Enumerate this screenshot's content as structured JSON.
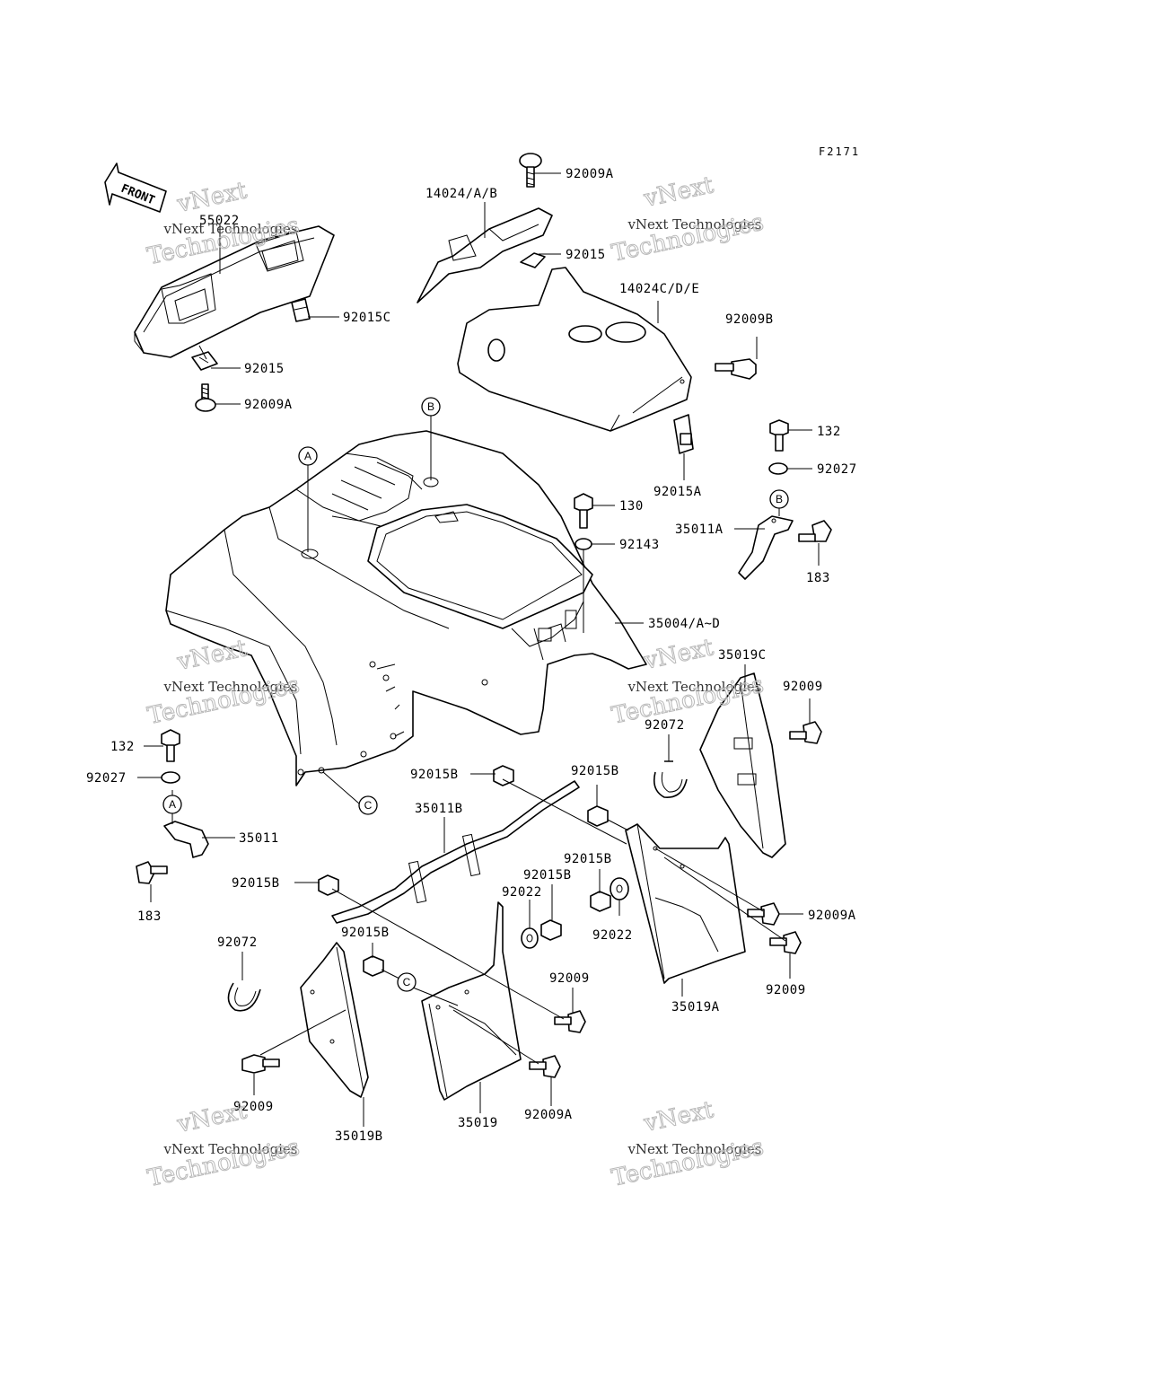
{
  "diagram_code": "F2171",
  "front_arrow_label": "FRONT",
  "watermark": {
    "line1": "vNext Technologies",
    "line2": "Technologies",
    "line3": "vNext"
  },
  "callouts": [
    "A",
    "B",
    "C"
  ],
  "labels": {
    "p55022": "55022",
    "p92015C": "92015C",
    "p92015_left": "92015",
    "p92009A_left": "92009A",
    "p14024AB": "14024/A/B",
    "p92009A_top": "92009A",
    "p92015_top": "92015",
    "p14024CDE": "14024C/D/E",
    "p92009B": "92009B",
    "p92015A": "92015A",
    "p132_right": "132",
    "p92027_right": "92027",
    "p130": "130",
    "p35011A": "35011A",
    "p92143": "92143",
    "p183_right": "183",
    "p35004": "35004/A~D",
    "p35019C": "35019C",
    "p92009_r1": "92009",
    "p92072_right": "92072",
    "p132_left": "132",
    "p92027_left": "92027",
    "p35011": "35011",
    "p183_left": "183",
    "p92015B_1": "92015B",
    "p92015B_2": "92015B",
    "p35011B": "35011B",
    "p92015B_3": "92015B",
    "p92015B_4": "92015B",
    "p92015B_5": "92015B",
    "p92022_1": "92022",
    "p92022_2": "92022",
    "p92009A_r2": "92009A",
    "p92009_r3": "92009",
    "p92072_left": "92072",
    "p92015B_6": "92015B",
    "p92009_mid": "92009",
    "p35019A": "35019A",
    "p92009_bl": "92009",
    "p35019B": "35019B",
    "p35019": "35019",
    "p92009A_bot": "92009A"
  }
}
